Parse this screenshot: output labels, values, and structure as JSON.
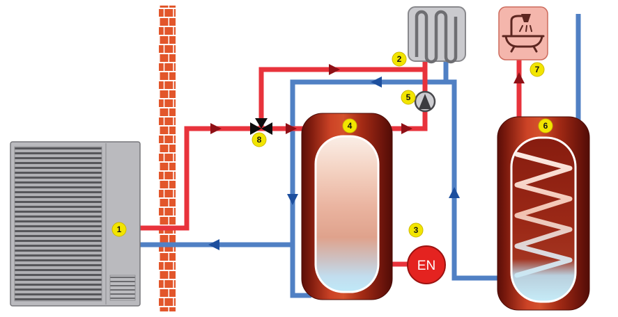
{
  "diagram": {
    "badges": [
      {
        "label": "1"
      },
      {
        "label": "2"
      },
      {
        "label": "3"
      },
      {
        "label": "4"
      },
      {
        "label": "5"
      },
      {
        "label": "6"
      },
      {
        "label": "7"
      },
      {
        "label": "8"
      }
    ],
    "electric_heater_label": "EN",
    "colors": {
      "hot_pipe": "#e8333c",
      "cold_pipe": "#5080c4",
      "hot_arrow": "#8f1016",
      "cold_arrow": "#1d4f9e",
      "badge_yellow": "#f2e500",
      "tank_red": "#9c2614",
      "brick_orange": "#e2562b",
      "unit_gray": "#bababe"
    }
  }
}
